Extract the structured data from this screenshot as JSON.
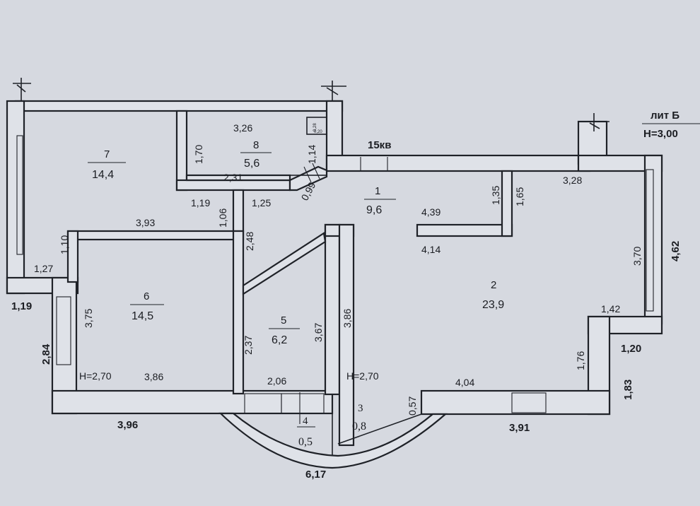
{
  "header": {
    "building": "лит Б",
    "height": "H=3,00"
  },
  "apartment": {
    "label": "15кв"
  },
  "rooms": [
    {
      "no": "1",
      "area": "9,6"
    },
    {
      "no": "2",
      "area": "23,9"
    },
    {
      "no": "3",
      "area": "0,8"
    },
    {
      "no": "4",
      "area": "0,5"
    },
    {
      "no": "5",
      "area": "6,2"
    },
    {
      "no": "6",
      "area": "14,5"
    },
    {
      "no": "7",
      "area": "14,4"
    },
    {
      "no": "8",
      "area": "5,6"
    }
  ],
  "heights": {
    "room6": "H=2,70",
    "center": "H=2,70"
  },
  "dims": {
    "d326": "3,26",
    "d170": "1,70",
    "d114": "1,14",
    "d231": "2,31",
    "d099": "0,99",
    "d119a": "1,19",
    "d106": "1,06",
    "d125": "1,25",
    "d393": "3,93",
    "d110": "1,10",
    "d127": "1,27",
    "d119b": "1,19",
    "d248": "2,48",
    "d375": "3,75",
    "d284": "2,84",
    "d386a": "3,86",
    "d237": "2,37",
    "d367": "3,67",
    "d206": "2,06",
    "d386b": "3,86",
    "d396": "3,96",
    "d617": "6,17",
    "d057": "0,57",
    "d404": "4,04",
    "d391": "3,91",
    "d183": "1,83",
    "d120": "1,20",
    "d176": "1,76",
    "d142": "1,42",
    "d370": "3,70",
    "d462": "4,62",
    "d328": "3,28",
    "d165": "1,65",
    "d135": "1,35",
    "d439": "4,39",
    "d414": "4,14",
    "d028a": "0,28",
    "d020": "0,20"
  }
}
